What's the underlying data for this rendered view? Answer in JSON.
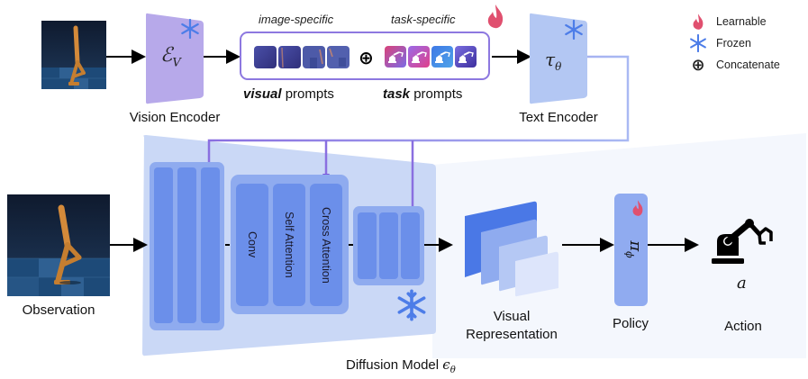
{
  "top_row": {
    "vision_encoder": {
      "symbol": "ℰ",
      "subscript": "V",
      "label": "Vision Encoder",
      "status": "frozen"
    },
    "prompt_group": {
      "image_specific_label": "image-specific",
      "task_specific_label": "task-specific",
      "visual_prompts_bold": "visual",
      "visual_prompts_rest": " prompts",
      "task_prompts_bold": "task",
      "task_prompts_rest": " prompts",
      "concat_symbol": "⊕",
      "visual_prompt_count": 4,
      "task_prompt_count": 4,
      "status": "learnable"
    },
    "text_encoder": {
      "symbol": "τ",
      "subscript": "θ",
      "label": "Text Encoder",
      "status": "frozen"
    }
  },
  "legend": {
    "items": [
      {
        "icon": "flame-icon",
        "label": "Learnable"
      },
      {
        "icon": "snowflake-icon",
        "label": "Frozen"
      },
      {
        "icon": "concatenate-icon",
        "label": "Concatenate"
      }
    ]
  },
  "bottom_row": {
    "observation_label": "Observation",
    "diffusion_model": {
      "label_text": "Diffusion Model ",
      "symbol": "ϵ",
      "subscript": "θ",
      "blocks": [
        "Conv",
        "Self Attention",
        "Cross Attention"
      ],
      "status": "frozen"
    },
    "visual_representation_label_line1": "Visual",
    "visual_representation_label_line2": "Representation",
    "policy": {
      "symbol": "π",
      "subscript": "ϕ",
      "label": "Policy",
      "status": "learnable"
    },
    "action": {
      "symbol": "a",
      "label": "Action"
    }
  },
  "colors": {
    "vision_encoder_fill": "#b7a9ea",
    "text_encoder_fill": "#b3c7f3",
    "prompt_border": "#8d78e0",
    "diffusion_bg": "#cad8f6",
    "diffusion_tail_bg": "#f4f7fd",
    "block_outer": "#8fabef",
    "block_inner": "#6b8fea",
    "cond_line": "#8a6fe0",
    "policy_fill": "#90abf0",
    "flame": "#e0506f",
    "snowflake": "#4d7de8"
  }
}
